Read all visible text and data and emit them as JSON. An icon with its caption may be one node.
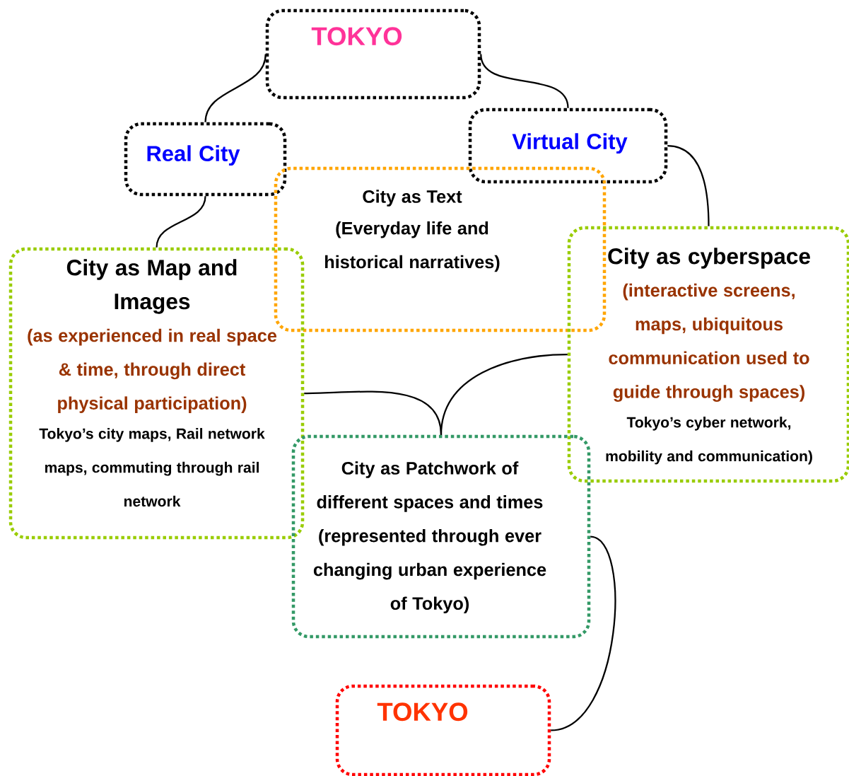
{
  "diagram": {
    "nodes": [
      {
        "text": [
          "TOKYO"
        ]
      },
      {
        "text": [
          "Real City"
        ]
      },
      {
        "text": [
          "Virtual City"
        ]
      },
      {
        "text": [
          "City as Text",
          "(Everyday life and historical narratives)"
        ]
      },
      {
        "text": [
          "City as Map and Images",
          "(as experienced in real space & time, through direct physical participation)",
          "Tokyo’s city maps, Rail network maps, commuting through rail network"
        ]
      },
      {
        "text": [
          "City as cyberspace",
          "(interactive screens, maps, ubiquitous communication used to guide through spaces)",
          "Tokyo’s cyber network, mobility and communication)"
        ]
      },
      {
        "text": [
          "City as Patchwork of different spaces and times (represented through ever changing urban experience of Tokyo)"
        ]
      },
      {
        "text": [
          "TOKYO"
        ]
      }
    ],
    "edges": [
      {
        "from": 0,
        "to": 1,
        "arrow": "none"
      },
      {
        "from": 0,
        "to": 2,
        "arrow": "none"
      },
      {
        "from": 1,
        "to": 4,
        "arrow": "none"
      },
      {
        "from": 2,
        "to": 5,
        "arrow": "none"
      },
      {
        "from": 4,
        "to": 6,
        "arrow": "none"
      },
      {
        "from": 5,
        "to": 6,
        "arrow": "none"
      },
      {
        "from": 6,
        "to": 7,
        "arrow": "none"
      }
    ]
  }
}
